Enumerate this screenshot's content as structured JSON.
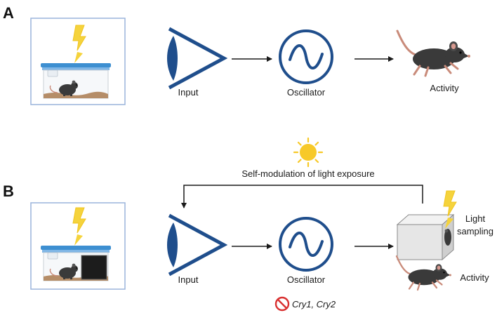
{
  "panels": {
    "a": {
      "letter": "A",
      "input_label": "Input",
      "oscillator_label": "Oscillator",
      "activity_label": "Activity"
    },
    "b": {
      "letter": "B",
      "feedback_label": "Self-modulation of light exposure",
      "input_label": "Input",
      "oscillator_label": "Oscillator",
      "light_sampling_label": [
        "Light",
        "sampling"
      ],
      "activity_label": "Activity",
      "knockout_genes": "Cry1, Cry2"
    }
  },
  "colors": {
    "eye": "#1f4e8c",
    "cage_lid": "#3d8fd1",
    "lightning": "#f5d33c",
    "sun": "#f7c928",
    "mouse": "#3a3a3a",
    "tail": "#c98b7a",
    "frame": "#9ab4db",
    "arrow": "#1a1a1a",
    "ban": "#d93030"
  },
  "icons": [
    "lightning-icon",
    "eye-icon",
    "oscillator-icon",
    "mouse-icon",
    "sun-icon",
    "light-box-icon",
    "ban-icon"
  ]
}
